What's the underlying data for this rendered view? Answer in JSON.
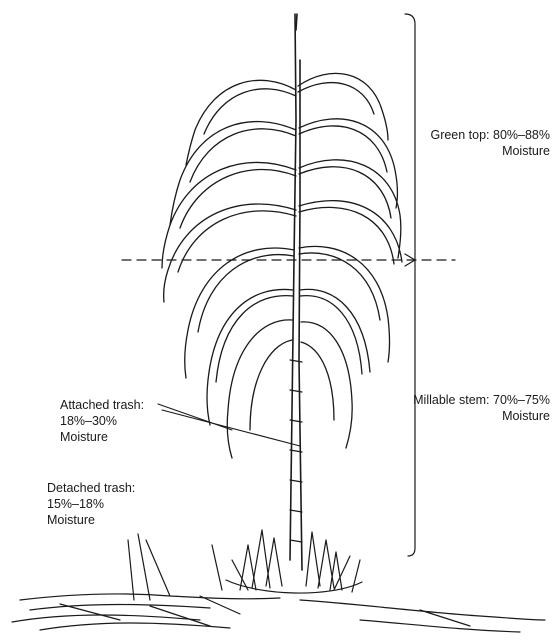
{
  "labels": {
    "green_top": {
      "line1": "Green top: 80%–88%",
      "line2": "Moisture"
    },
    "millable_stem": {
      "line1": "Millable stem: 70%–75%",
      "line2": "Moisture"
    },
    "attached_trash": {
      "line1": "Attached trash:",
      "line2": "18%–30%",
      "line3": "Moisture"
    },
    "detached_trash": {
      "line1": "Detached trash:",
      "line2": "15%–18%",
      "line3": "Moisture"
    }
  },
  "colors": {
    "ink": "#1a1a1a",
    "background": "#ffffff"
  }
}
